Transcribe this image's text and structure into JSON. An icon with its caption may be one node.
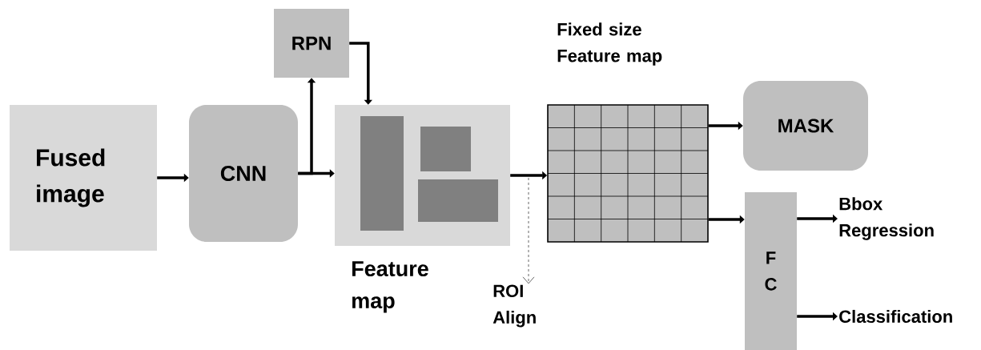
{
  "diagram": {
    "nodes": [
      {
        "text": [
          "Fused image"
        ]
      },
      {
        "text": [
          "CNN"
        ]
      },
      {
        "text": [
          "RPN"
        ]
      },
      {
        "text": [
          "Feature map"
        ]
      },
      {
        "text": [],
        "shape": "box",
        "in": 3
      },
      {
        "text": [],
        "shape": "box",
        "in": 3
      },
      {
        "text": [],
        "shape": "box",
        "in": 3
      },
      {
        "text": [
          "Fixed size Feature map"
        ]
      },
      {
        "text": [
          "MASK"
        ]
      },
      {
        "text": [
          "F C"
        ]
      },
      {
        "text": [
          "Bbox Regression"
        ]
      },
      {
        "text": [
          "Classification"
        ]
      },
      {
        "text": [
          "ROI Align"
        ]
      }
    ],
    "edges": [
      {
        "from": 0,
        "to": 1,
        "arrow": "to"
      },
      {
        "from": 1,
        "to": 3,
        "arrow": "to"
      },
      {
        "from": 1,
        "to": 2,
        "arrow": "to"
      },
      {
        "from": 2,
        "to": 3,
        "arrow": "to"
      },
      {
        "from": 3,
        "to": 7,
        "arrow": "to"
      },
      {
        "from": 7,
        "to": 8,
        "arrow": "to"
      },
      {
        "from": 7,
        "to": 9,
        "arrow": "to"
      },
      {
        "from": 9,
        "to": 10,
        "arrow": "to"
      },
      {
        "from": 9,
        "to": 11,
        "arrow": "to"
      },
      {
        "from": null,
        "to": 12,
        "arrow": "to",
        "style": "dashed"
      }
    ]
  }
}
